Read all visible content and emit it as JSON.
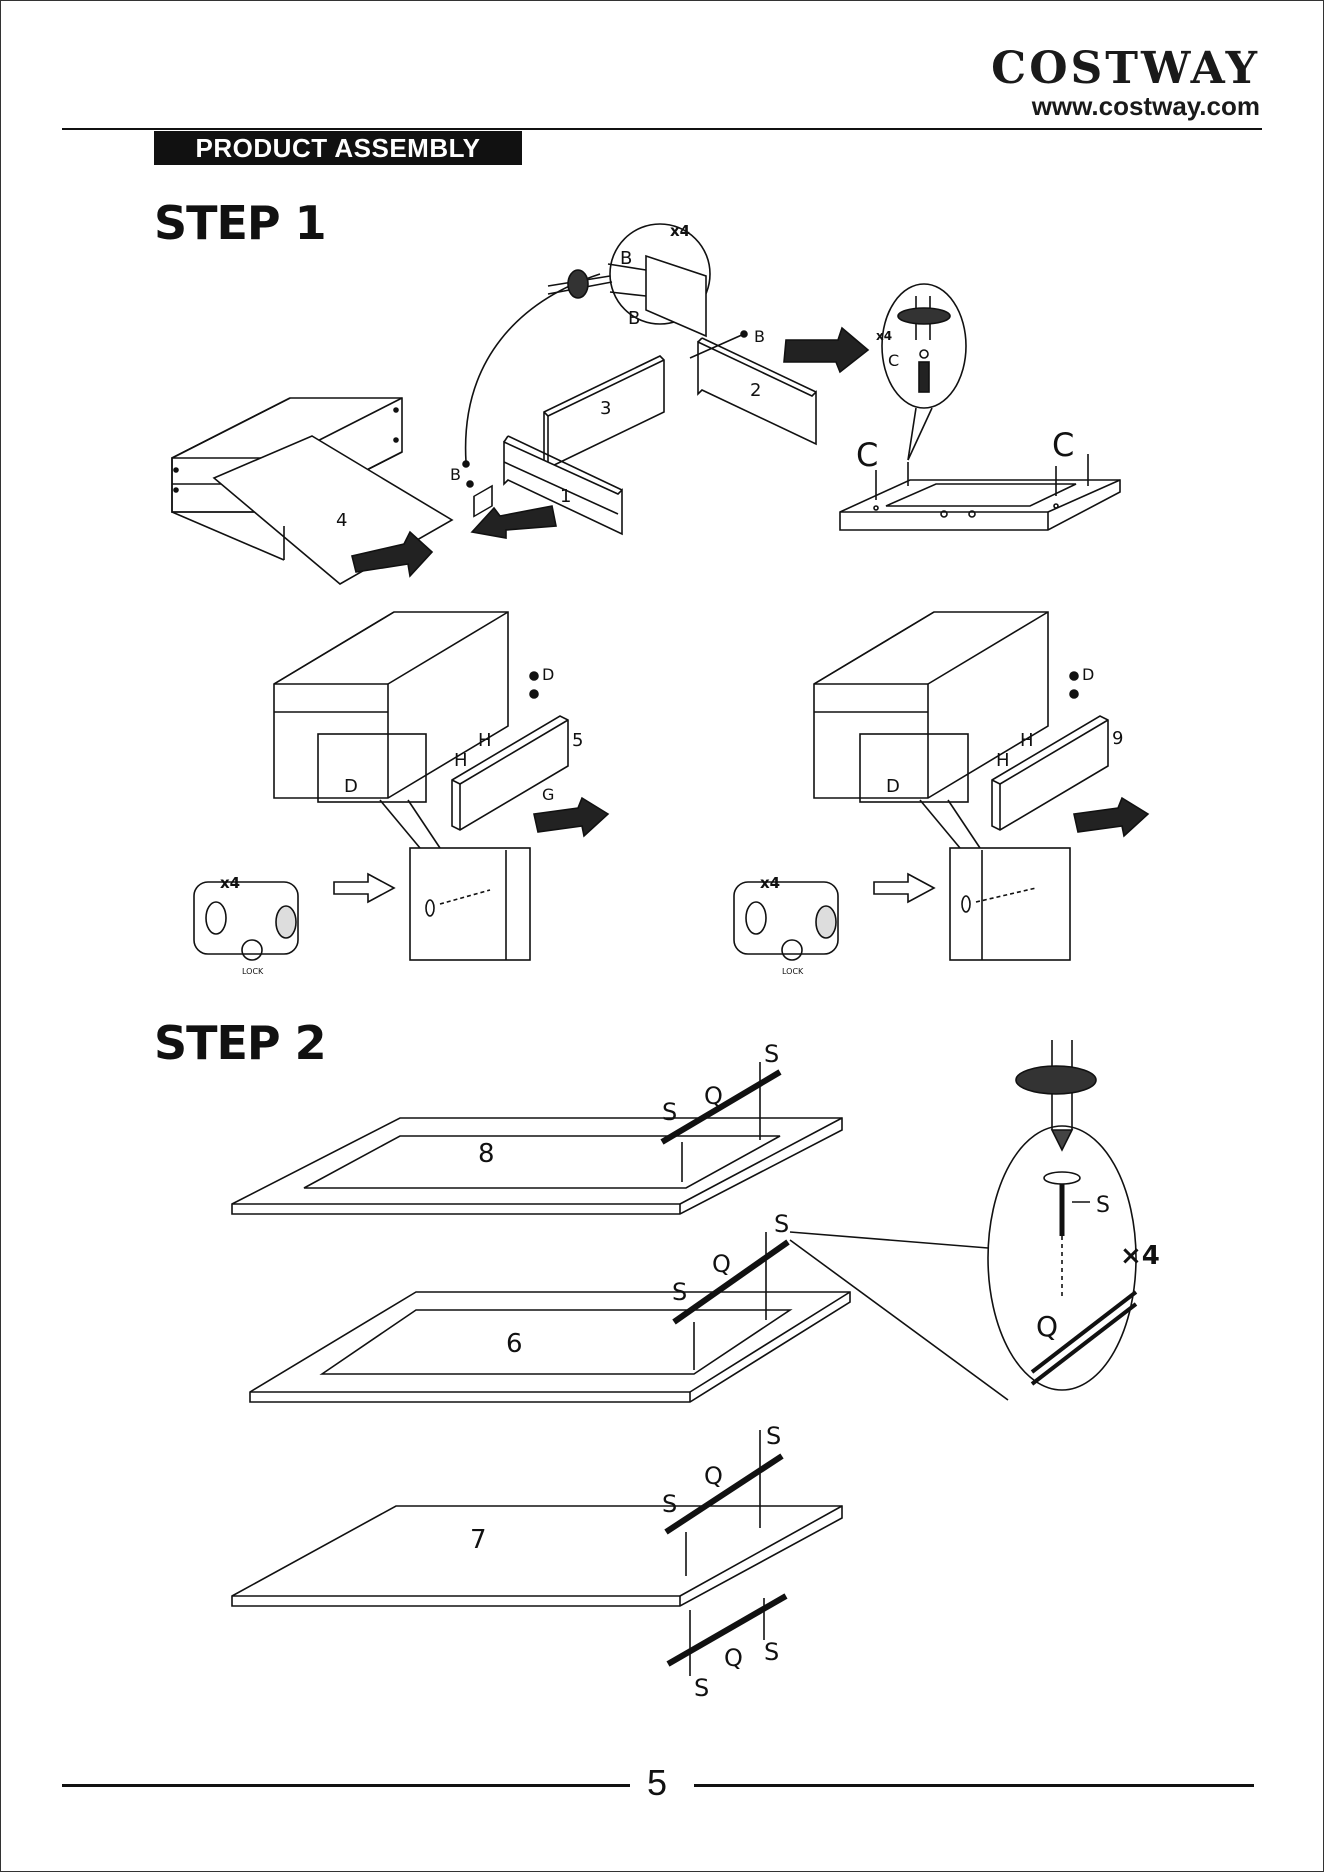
{
  "header": {
    "brand": "COSTWAY",
    "website": "www.costway.com"
  },
  "section_badge": "PRODUCT ASSEMBLY",
  "steps": [
    {
      "title": "STEP 1"
    },
    {
      "title": "STEP 2"
    }
  ],
  "labels": {
    "part_1": "1",
    "part_2": "2",
    "part_3": "3",
    "part_4": "4",
    "part_5": "5",
    "part_6": "6",
    "part_7": "7",
    "part_8": "8",
    "part_9": "9",
    "hw_b": "B",
    "hw_c": "C",
    "hw_d": "D",
    "hw_g": "G",
    "hw_h": "H",
    "hw_q": "Q",
    "hw_s": "S",
    "qty_x4": "x4",
    "qty_x4_bold": "×4",
    "lock": "LOCK"
  },
  "footer": {
    "page_number": "5"
  }
}
